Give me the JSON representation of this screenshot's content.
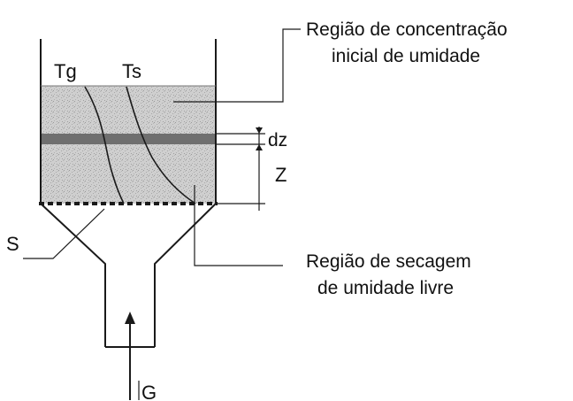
{
  "labels": {
    "tg": "Tg",
    "ts": "Ts",
    "dz": "dz",
    "z": "Z",
    "s": "S",
    "g": "G",
    "upper_region": [
      "Região de concentração",
      "inicial de umidade"
    ],
    "lower_region": [
      "Região de secagem",
      "de umidade livre"
    ]
  },
  "colors": {
    "line": "#1a1a1a",
    "bed_fill": "#c9c9c9",
    "band": "#6f6f6f"
  }
}
